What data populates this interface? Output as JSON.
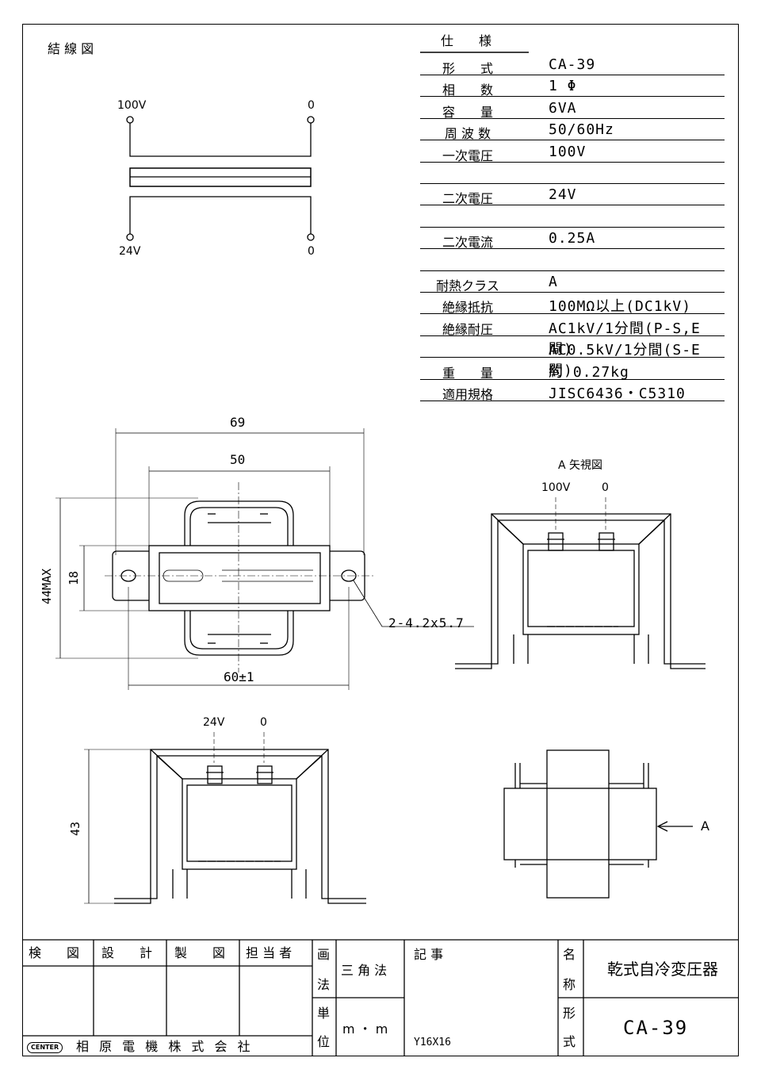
{
  "wiring": {
    "title": "結 線 図",
    "primary_left": "100V",
    "primary_right": "0",
    "secondary_left": "24V",
    "secondary_right": "0"
  },
  "spec": {
    "header": "仕　　様",
    "rows": [
      {
        "label": "形　　式",
        "value": "CA-39"
      },
      {
        "label": "相　　数",
        "value": "1 Φ"
      },
      {
        "label": "容　　量",
        "value": "6VA"
      },
      {
        "label": "周 波 数",
        "value": "50/60Hz"
      },
      {
        "label": "一次電圧",
        "value": "100V"
      },
      {
        "label": "",
        "value": ""
      },
      {
        "label": "二次電圧",
        "value": "24V"
      },
      {
        "label": "",
        "value": ""
      },
      {
        "label": "二次電流",
        "value": "0.25A"
      },
      {
        "label": "",
        "value": ""
      },
      {
        "label": "耐熱クラス",
        "value": "A"
      },
      {
        "label": "絶縁抵抗",
        "value": "100MΩ以上(DC1kV)"
      },
      {
        "label": "絶縁耐圧",
        "value": "AC1kV/1分間(P-S,E間)"
      },
      {
        "label": "",
        "value": "AC0.5kV/1分間(S-E間)"
      },
      {
        "label": "重　　量",
        "value": "約 0.27kg"
      },
      {
        "label": "適用規格",
        "value": "JISC6436・C5310"
      }
    ]
  },
  "drawing": {
    "dim_69": "69",
    "dim_50": "50",
    "dim_44max": "44MAX",
    "dim_18": "18",
    "dim_60": "60±1",
    "hole_note": "2-4.2x5.7",
    "view_a_title": "A 矢視図",
    "view_a_left": "100V",
    "view_a_right": "0",
    "front_left": "24V",
    "front_right": "0",
    "dim_43": "43",
    "arrow_a": "A"
  },
  "title_block": {
    "check": "検　　図",
    "design": "設　　計",
    "draw": "製　　図",
    "charge": "担 当 者",
    "method_label_1": "画",
    "method_label_2": "法",
    "method_value": "三 角 法",
    "unit_label_1": "単",
    "unit_label_2": "位",
    "unit_value": "m ・ m",
    "notes_label": "記 事",
    "notes_code": "Y16X16",
    "name_label_1": "名",
    "name_label_2": "称",
    "name_value": "乾式自冷変圧器",
    "model_label_1": "形",
    "model_label_2": "式",
    "model_value": "CA-39",
    "logo": "CENTER",
    "company": "相 原 電 機 株 式 会 社"
  }
}
